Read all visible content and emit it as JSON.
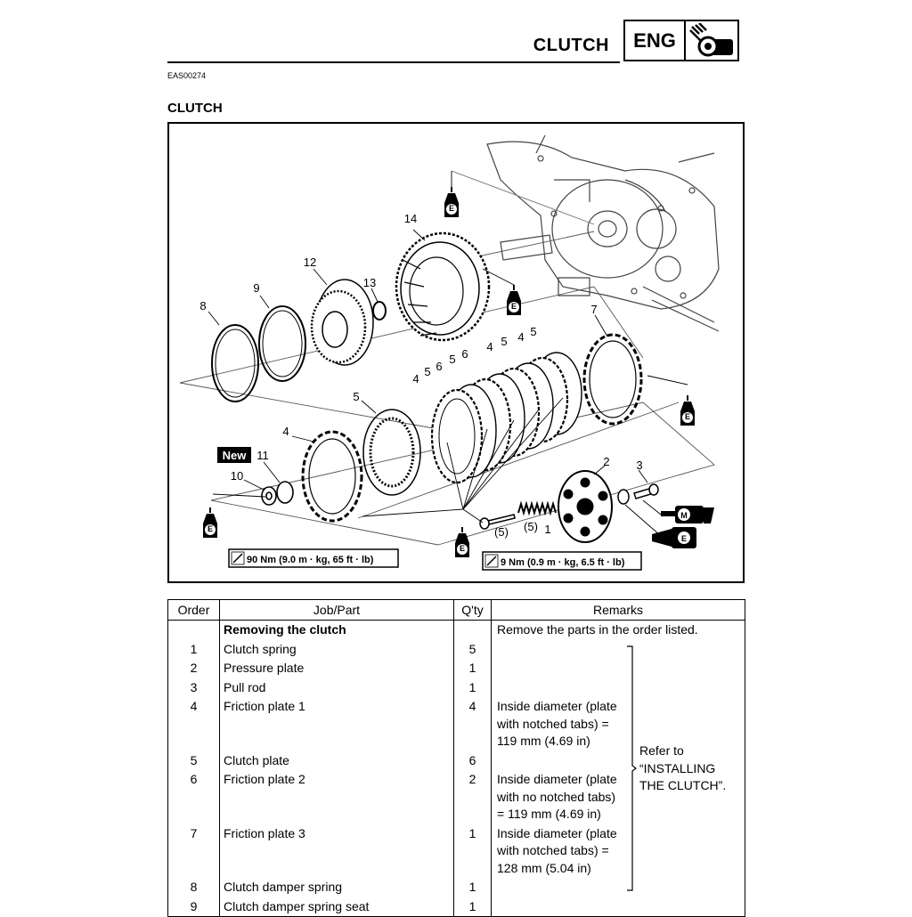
{
  "header": {
    "title": "CLUTCH",
    "section_label": "ENG",
    "section_icon": "engine-icon"
  },
  "doc_code": "EAS00274",
  "section_title": "CLUTCH",
  "diagram": {
    "callouts": [
      "1",
      "2",
      "3",
      "4",
      "4",
      "4",
      "4",
      "5",
      "5",
      "5",
      "5",
      "5",
      "6",
      "6",
      "7",
      "8",
      "9",
      "10",
      "11",
      "12",
      "13",
      "14",
      "(5)",
      "(5)"
    ],
    "new_badge": "New",
    "torque_left": "90 Nm (9.0 m · kg, 65 ft · lb)",
    "torque_right": "9 Nm (0.9 m · kg, 6.5 ft · lb)",
    "oil_mark": "E",
    "grease_mark": "M"
  },
  "table": {
    "headers": {
      "order": "Order",
      "job": "Job/Part",
      "qty": "Q'ty",
      "remarks": "Remarks"
    },
    "rows": [
      {
        "order": "",
        "job": "Removing the clutch",
        "qty": "",
        "remark": "Remove the parts in the order listed.",
        "bold": true
      },
      {
        "order": "1",
        "job": "Clutch spring",
        "qty": "5",
        "remark": ""
      },
      {
        "order": "2",
        "job": "Pressure plate",
        "qty": "1",
        "remark": ""
      },
      {
        "order": "3",
        "job": "Pull rod",
        "qty": "1",
        "remark": ""
      },
      {
        "order": "4",
        "job": "Friction plate 1",
        "qty": "4",
        "remark": "Inside diameter (plate\nwith notched tabs) =\n119 mm (4.69 in)"
      },
      {
        "order": "5",
        "job": "Clutch plate",
        "qty": "6",
        "remark": ""
      },
      {
        "order": "6",
        "job": "Friction plate 2",
        "qty": "2",
        "remark": "Inside diameter (plate\nwith no notched tabs)\n= 119 mm (4.69 in)"
      },
      {
        "order": "7",
        "job": "Friction plate 3",
        "qty": "1",
        "remark": "Inside diameter (plate\nwith notched tabs) =\n128 mm (5.04 in)"
      },
      {
        "order": "8",
        "job": "Clutch damper spring",
        "qty": "1",
        "remark": ""
      },
      {
        "order": "9",
        "job": "Clutch damper spring seat",
        "qty": "1",
        "remark": ""
      }
    ],
    "brace_note": "Refer to\n“INSTALLING\nTHE CLUTCH”."
  }
}
